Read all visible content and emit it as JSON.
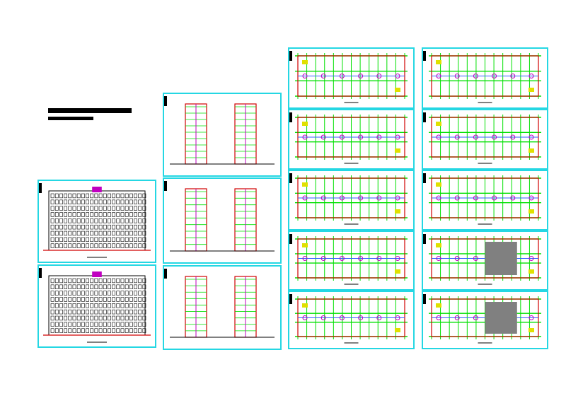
{
  "drawing_set": {
    "sheets": [
      {
        "id": "elev-front",
        "kind": "elevation"
      },
      {
        "id": "elev-rear",
        "kind": "elevation"
      },
      {
        "id": "elev-side",
        "kind": "side-elevation"
      },
      {
        "id": "section-1",
        "kind": "section"
      },
      {
        "id": "section-2",
        "kind": "section"
      },
      {
        "id": "plan-1",
        "kind": "plan"
      },
      {
        "id": "plan-2",
        "kind": "plan"
      },
      {
        "id": "plan-3",
        "kind": "plan"
      },
      {
        "id": "plan-4",
        "kind": "plan"
      },
      {
        "id": "plan-5",
        "kind": "plan"
      },
      {
        "id": "plan-6",
        "kind": "plan"
      },
      {
        "id": "plan-7",
        "kind": "plan"
      },
      {
        "id": "plan-8",
        "kind": "plan"
      },
      {
        "id": "plan-9",
        "kind": "plan"
      },
      {
        "id": "plan-10",
        "kind": "plan"
      }
    ]
  },
  "colors": {
    "frame": "#25d7e3",
    "grid": "#00e000",
    "wall": "#d00000",
    "accent": "#c000c0",
    "line": "#000000",
    "hatch": "#808080",
    "yellow": "#e0e000",
    "blue": "#3060ff"
  }
}
